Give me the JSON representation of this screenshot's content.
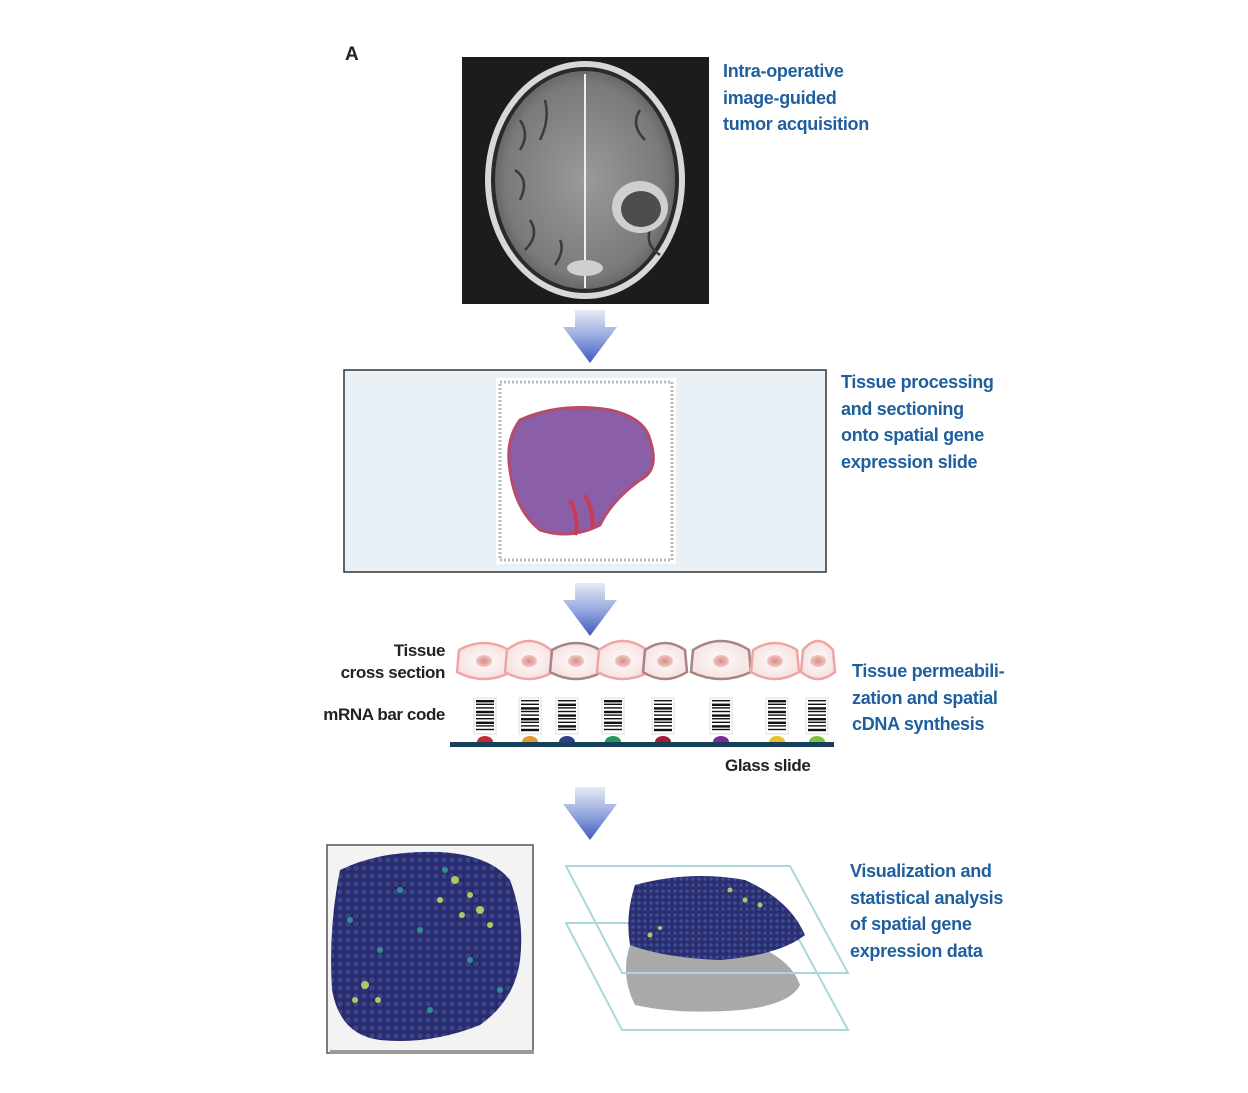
{
  "panel_label": "A",
  "steps": [
    {
      "caption_lines": [
        "Intra-operative",
        "image-guided",
        "tumor acquisition"
      ]
    },
    {
      "caption_lines": [
        "Tissue processing",
        "and sectioning",
        "onto spatial gene",
        "expression slide"
      ]
    },
    {
      "caption_lines": [
        "Tissue permeabili-",
        "zation and spatial",
        "cDNA synthesis"
      ]
    },
    {
      "caption_lines": [
        "Visualization and",
        "statistical analysis",
        "of spatial gene",
        "expression data"
      ]
    }
  ],
  "labels": {
    "tissue_line1": "Tissue",
    "tissue_line2": "cross section",
    "barcode": "mRNA bar code",
    "glass_slide": "Glass slide"
  },
  "colors": {
    "caption_blue": "#1f5f9e",
    "arrow_blue": "#4a67c4",
    "slide_bar": "#17405a",
    "spot_colors": [
      "#c8283a",
      "#e29a2a",
      "#2c3e8c",
      "#1e9a5a",
      "#a31c3c",
      "#7a2a9a",
      "#e7c12a",
      "#7ac23a"
    ]
  }
}
